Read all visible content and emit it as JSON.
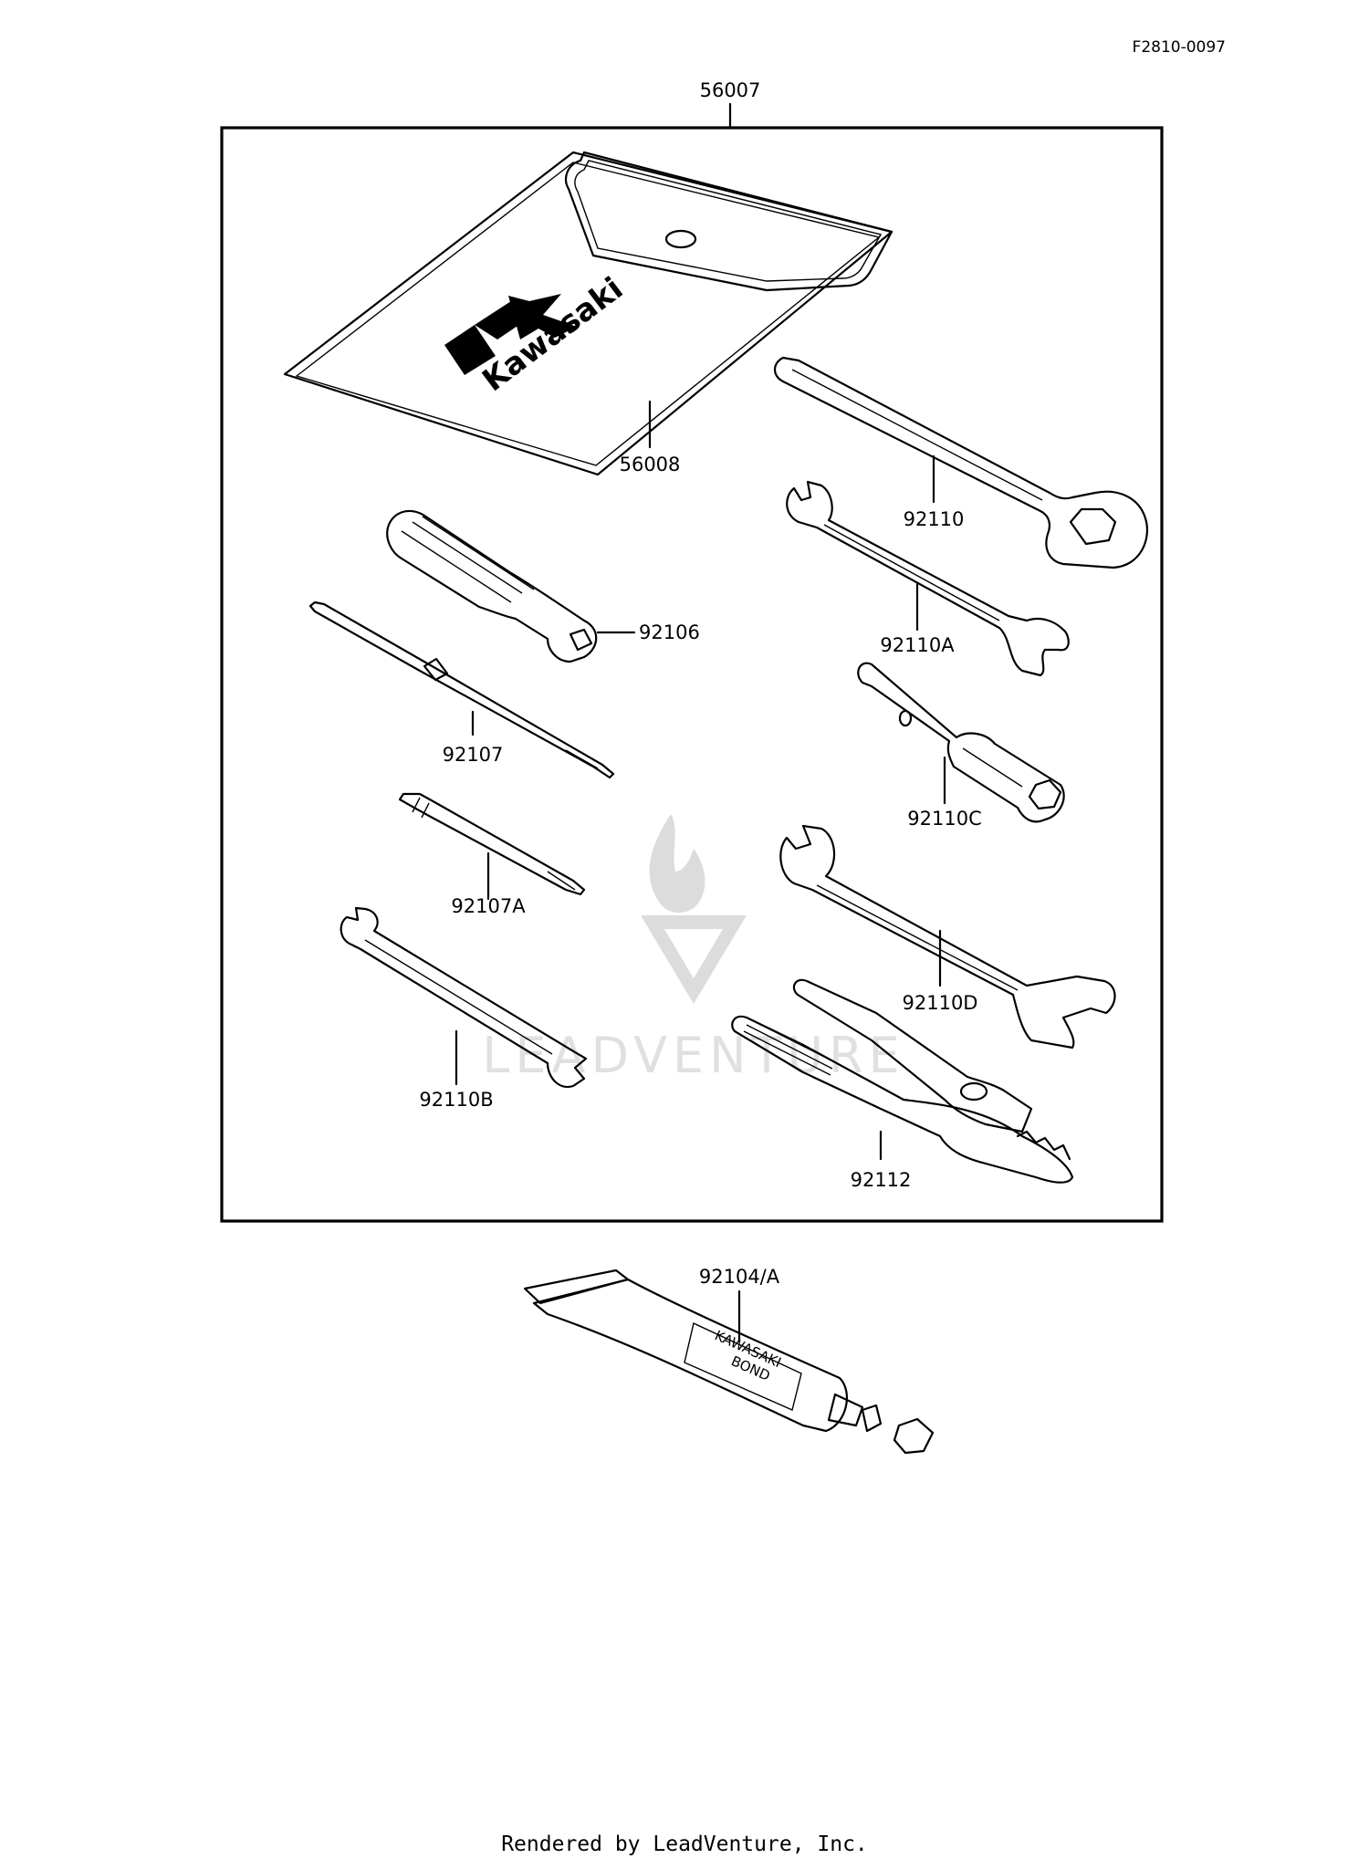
{
  "diagram_ref": "F2810-0097",
  "kit_label": "56007",
  "parts": [
    {
      "id": "56008"
    },
    {
      "id": "92110"
    },
    {
      "id": "92106"
    },
    {
      "id": "92110A"
    },
    {
      "id": "92107"
    },
    {
      "id": "92110C"
    },
    {
      "id": "92107A"
    },
    {
      "id": "92110D"
    },
    {
      "id": "92110B"
    },
    {
      "id": "92112"
    },
    {
      "id": "92104/A"
    }
  ],
  "pouch_brand": "Kawasaki",
  "tube_text": [
    "KAWASAKI",
    "BOND"
  ],
  "watermark": "LEADVENTURE",
  "footer": "Rendered by LeadVenture, Inc."
}
